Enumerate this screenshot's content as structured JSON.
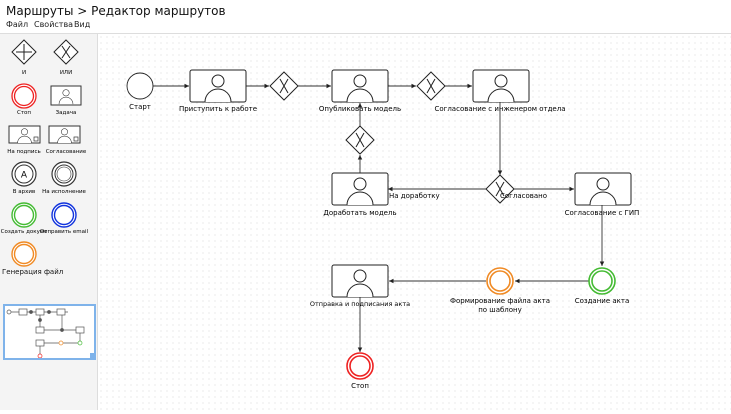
{
  "header": {
    "title": "Маршруты > Редактор маршрутов"
  },
  "menu": [
    {
      "label": "Файл"
    },
    {
      "label": "Свойства"
    },
    {
      "label": "Вид"
    }
  ],
  "palette": {
    "items": [
      {
        "label": "И",
        "icon": "parallel-gateway-icon"
      },
      {
        "label": "ИЛИ",
        "icon": "exclusive-gateway-icon"
      },
      {
        "label": "Стоп",
        "icon": "end-event-icon",
        "color": "#ee2222"
      },
      {
        "label": "Задача",
        "icon": "user-task-icon"
      },
      {
        "label": "На подпись",
        "icon": "sign-task-icon"
      },
      {
        "label": "Согласование",
        "icon": "approval-task-icon"
      },
      {
        "label": "В архив",
        "icon": "archive-event-icon",
        "glyph": "A"
      },
      {
        "label": "На исполнение",
        "icon": "execution-event-icon"
      },
      {
        "label": "Создать докуме",
        "icon": "create-document-icon",
        "color": "#44bb33"
      },
      {
        "label": "Отправить email",
        "icon": "send-email-icon",
        "color": "#1133dd"
      },
      {
        "label": "Генерация файл",
        "icon": "generate-file-icon",
        "color": "#f08a24"
      }
    ]
  },
  "diagram": {
    "nodes": {
      "start": {
        "label": "Старт"
      },
      "task_start_work": {
        "label": "Приступить к работе"
      },
      "task_publish": {
        "label": "Опубликовать модель"
      },
      "task_engineer": {
        "label": "Согласование с инженером отдела"
      },
      "task_rework": {
        "label": "Доработать модель"
      },
      "task_gip": {
        "label": "Согласование с ГИП"
      },
      "event_create_act": {
        "label": "Создание акта",
        "color": "#44bb33"
      },
      "event_form_file": {
        "label_line1": "Формирование файла акта",
        "label_line2": "по шаблону",
        "color": "#f08a24"
      },
      "task_send_sign": {
        "label": "Отправка и подписания акта"
      },
      "stop": {
        "label": "Стоп",
        "color": "#ee2222"
      }
    },
    "edges": {
      "to_rework": {
        "label": "На доработку"
      },
      "approved": {
        "label": "Согласовано"
      }
    }
  }
}
